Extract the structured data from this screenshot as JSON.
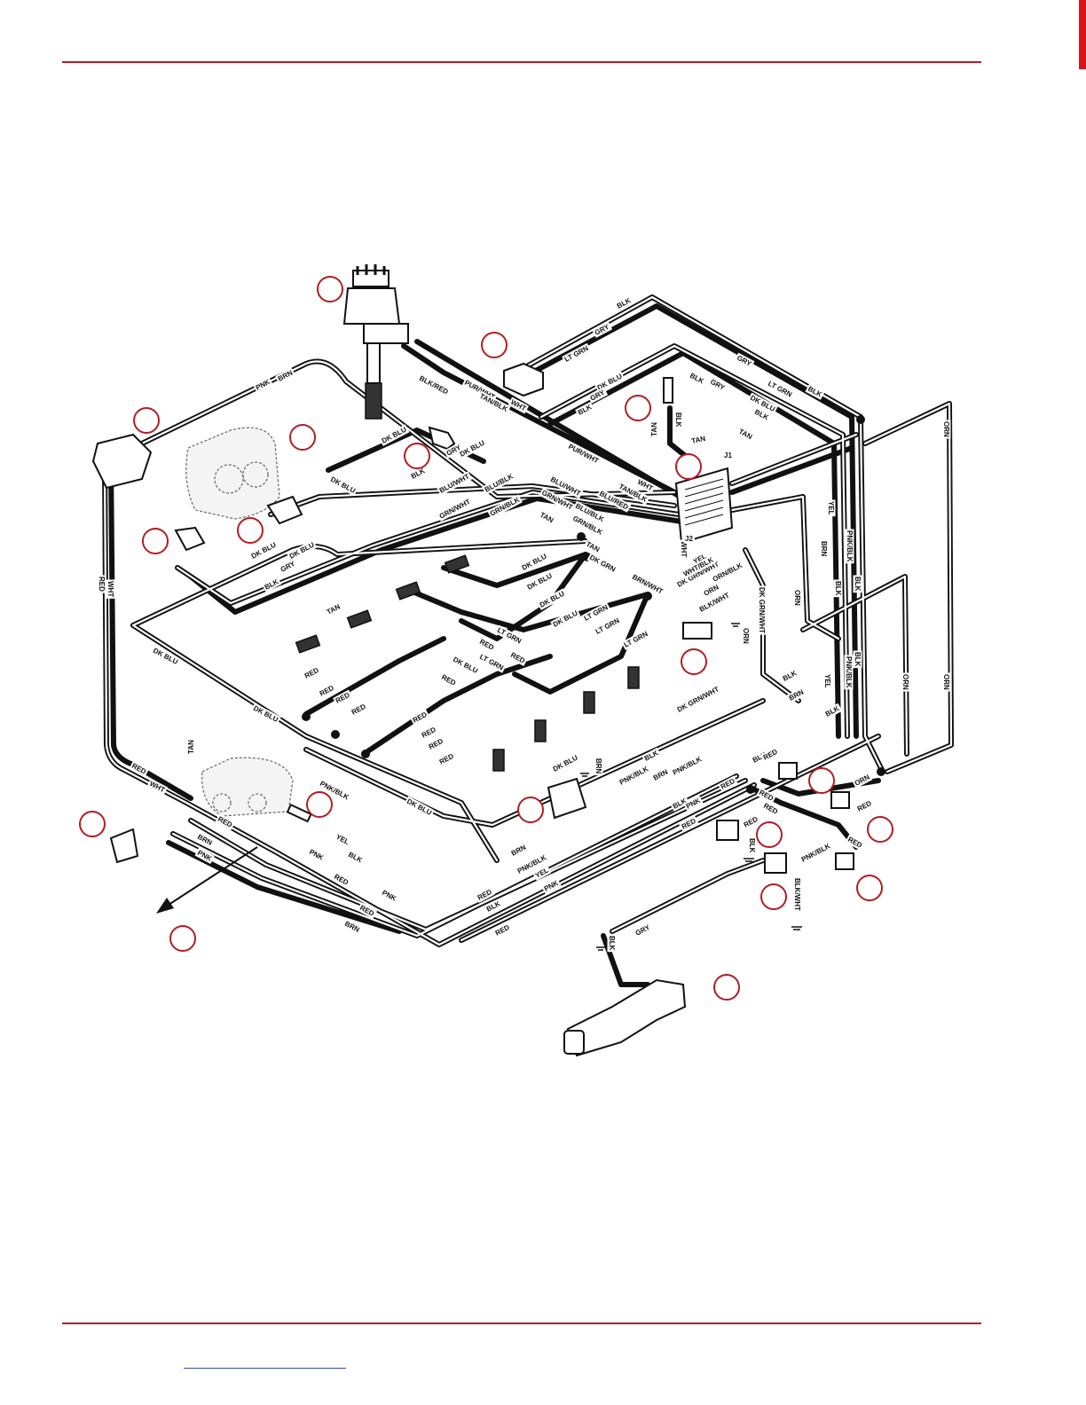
{
  "colors": {
    "rule": "#b21d24",
    "callout": "#b21d24",
    "wire": "#111111",
    "link": "#2c4fa3"
  },
  "diagram": {
    "wire_labels": {
      "blk": "BLK",
      "gry": "GRY",
      "ltgrn": "LT GRN",
      "dkblu": "DK BLU",
      "tan": "TAN",
      "pnk": "PNK",
      "brn": "BRN",
      "red": "RED",
      "wht": "WHT",
      "yel": "YEL",
      "orn": "ORN",
      "blkred": "BLK/RED",
      "purwht": "PUR/WHT",
      "tanblk": "TAN/BLK",
      "bluwht": "BLU/WHT",
      "blublk": "BLU/BLK",
      "grnwht": "GRN/WHT",
      "grnblk": "GRN/BLK",
      "blured": "BLU/RED",
      "pnkblk": "PNK/BLK",
      "dkgrnwht": "DK GRN/WHT",
      "brnwht": "BRN/WHT",
      "whtblk": "WHT/BLK",
      "ornblk": "ORN/BLK",
      "blkwht": "BLK/WHT",
      "dkgrn": "DK GRN"
    },
    "connectors": {
      "j1": "J1",
      "j2": "J2"
    }
  }
}
